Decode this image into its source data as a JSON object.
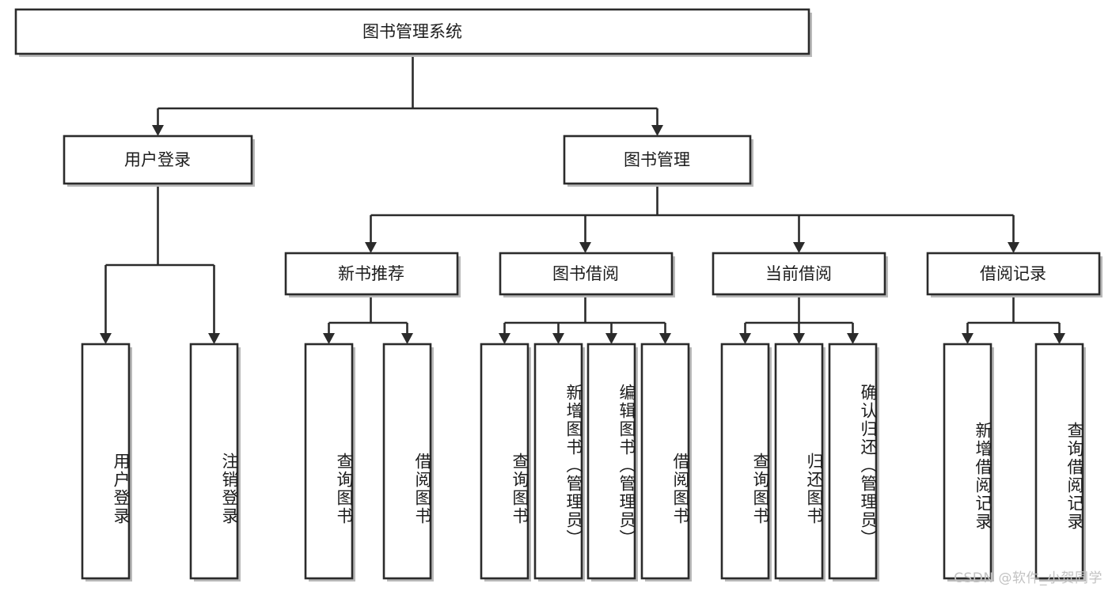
{
  "diagram": {
    "type": "tree-hierarchy",
    "title": "图书管理系统",
    "orientation": "top-down",
    "colors": {
      "node_fill": "#ffffff",
      "node_stroke": "#2b2b2b",
      "connector": "#2b2b2b",
      "text": "#1c1c1c",
      "watermark": "#c2c2c2",
      "background": "#ffffff"
    },
    "root": {
      "id": "root",
      "label": "图书管理系统",
      "orientation": "horizontal"
    },
    "level2": [
      {
        "id": "user-login",
        "label": "用户登录",
        "orientation": "horizontal"
      },
      {
        "id": "book-manage",
        "label": "图书管理",
        "orientation": "horizontal"
      }
    ],
    "level3": [
      {
        "id": "new-book-recommend",
        "label": "新书推荐",
        "parent": "book-manage",
        "orientation": "horizontal"
      },
      {
        "id": "book-borrow",
        "label": "图书借阅",
        "parent": "book-manage",
        "orientation": "horizontal"
      },
      {
        "id": "current-borrow",
        "label": "当前借阅",
        "parent": "book-manage",
        "orientation": "horizontal"
      },
      {
        "id": "borrow-record",
        "label": "借阅记录",
        "parent": "book-manage",
        "orientation": "horizontal"
      }
    ],
    "leaves": [
      {
        "id": "leaf-user-login",
        "label": "用户登录",
        "parent": "user-login",
        "orientation": "vertical"
      },
      {
        "id": "leaf-logout",
        "label": "注销登录",
        "parent": "user-login",
        "orientation": "vertical"
      },
      {
        "id": "leaf-query-book-1",
        "label": "查询图书",
        "parent": "new-book-recommend",
        "orientation": "vertical"
      },
      {
        "id": "leaf-borrow-book-1",
        "label": "借阅图书",
        "parent": "new-book-recommend",
        "orientation": "vertical"
      },
      {
        "id": "leaf-query-book-2",
        "label": "查询图书",
        "parent": "book-borrow",
        "orientation": "vertical"
      },
      {
        "id": "leaf-add-book",
        "label": "新增图书（管理员）",
        "parent": "book-borrow",
        "orientation": "vertical"
      },
      {
        "id": "leaf-edit-book",
        "label": "编辑图书（管理员）",
        "parent": "book-borrow",
        "orientation": "vertical"
      },
      {
        "id": "leaf-borrow-book-2",
        "label": "借阅图书",
        "parent": "book-borrow",
        "orientation": "vertical"
      },
      {
        "id": "leaf-query-book-3",
        "label": "查询图书",
        "parent": "current-borrow",
        "orientation": "vertical"
      },
      {
        "id": "leaf-return-book",
        "label": "归还图书",
        "parent": "current-borrow",
        "orientation": "vertical"
      },
      {
        "id": "leaf-confirm-return",
        "label": "确认归还（管理员）",
        "parent": "current-borrow",
        "orientation": "vertical"
      },
      {
        "id": "leaf-add-record",
        "label": "新增借阅记录",
        "parent": "borrow-record",
        "orientation": "vertical"
      },
      {
        "id": "leaf-query-record",
        "label": "查询借阅记录",
        "parent": "borrow-record",
        "orientation": "vertical"
      }
    ]
  },
  "watermark": {
    "text": "CSDN @软件_小贺同学"
  }
}
